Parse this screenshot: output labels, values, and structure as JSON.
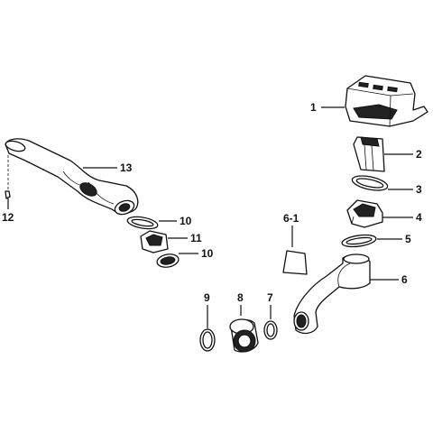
{
  "callouts": [
    {
      "id": "c1",
      "text": "1"
    },
    {
      "id": "c2",
      "text": "2"
    },
    {
      "id": "c3",
      "text": "3"
    },
    {
      "id": "c4",
      "text": "4"
    },
    {
      "id": "c5",
      "text": "5"
    },
    {
      "id": "c6",
      "text": "6"
    },
    {
      "id": "c61",
      "text": "6-1"
    },
    {
      "id": "c7",
      "text": "7"
    },
    {
      "id": "c8",
      "text": "8"
    },
    {
      "id": "c9",
      "text": "9"
    },
    {
      "id": "c10a",
      "text": "10"
    },
    {
      "id": "c10b",
      "text": "10"
    },
    {
      "id": "c11",
      "text": "11"
    },
    {
      "id": "c12",
      "text": "12"
    },
    {
      "id": "c13",
      "text": "13"
    }
  ]
}
